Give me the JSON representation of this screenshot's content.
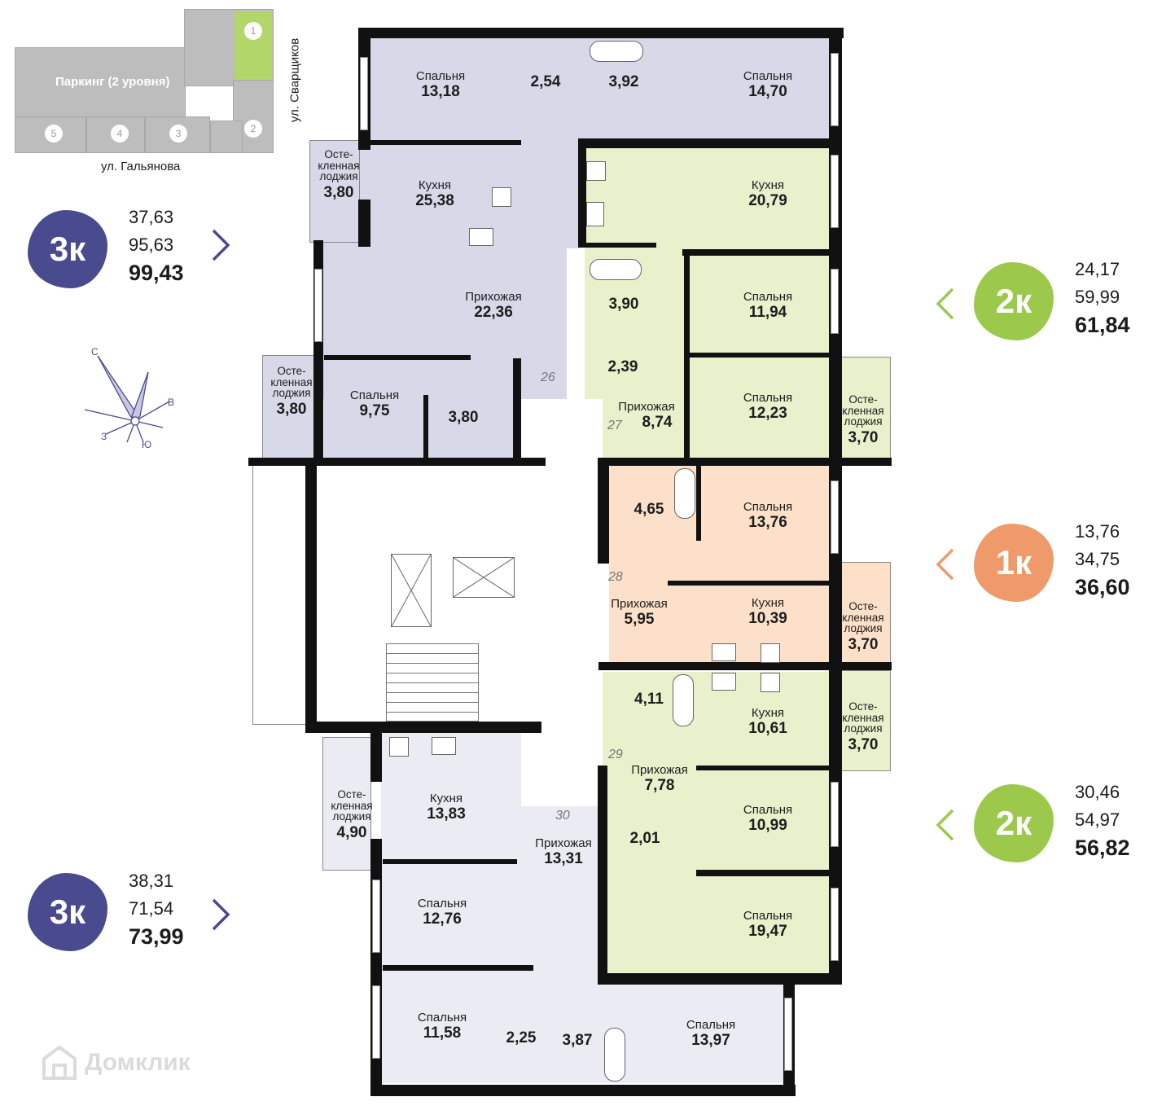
{
  "site_plan": {
    "parking_label": "Паркинг (2 уровня)",
    "street_east": "ул. Сварщиков",
    "street_south": "ул. Гальянова",
    "sections": [
      "1",
      "2",
      "3",
      "4",
      "5"
    ],
    "highlight_color": "#b3d66a"
  },
  "compass": {
    "n": "С",
    "e": "В",
    "s": "Ю",
    "w": "З"
  },
  "apartments": [
    {
      "badge": "3к",
      "color": "#4a4a8f",
      "living": "37,63",
      "net": "95,63",
      "total": "99,43"
    },
    {
      "badge": "3к",
      "color": "#4a4a8f",
      "living": "38,31",
      "net": "71,54",
      "total": "73,99"
    },
    {
      "badge": "2к",
      "color": "#9cc94b",
      "living": "24,17",
      "net": "59,99",
      "total": "61,84"
    },
    {
      "badge": "1к",
      "color": "#ee9a6a",
      "living": "13,76",
      "net": "34,75",
      "total": "36,60"
    },
    {
      "badge": "2к",
      "color": "#9cc94b",
      "living": "30,46",
      "net": "54,97",
      "total": "56,82"
    }
  ],
  "colors": {
    "apt_blue": "#d7d9e8",
    "apt_green": "#e8f0cc",
    "apt_peach": "#fde0c9",
    "corridor": "#ebebf3"
  },
  "rooms": {
    "bed_1318": {
      "name": "Спальня",
      "area": "13,18"
    },
    "wc_254": {
      "area": "2,54"
    },
    "bath_392": {
      "area": "3,92"
    },
    "bed_1470": {
      "name": "Спальня",
      "area": "14,70"
    },
    "loggia_380a": {
      "name": "Осте-\nкленная\nлоджия",
      "area": "3,80"
    },
    "kitchen_2538": {
      "name": "Кухня",
      "area": "25,38"
    },
    "hall_2236": {
      "name": "Прихожая",
      "area": "22,36"
    },
    "loggia_380b": {
      "name": "Осте-\nкленная\nлоджия",
      "area": "3,80"
    },
    "bed_975": {
      "name": "Спальня",
      "area": "9,75"
    },
    "bath_380": {
      "area": "3,80"
    },
    "num_26": "26",
    "kitchen_2079": {
      "name": "Кухня",
      "area": "20,79"
    },
    "bath_390": {
      "area": "3,90"
    },
    "bed_1194": {
      "name": "Спальня",
      "area": "11,94"
    },
    "wc_239": {
      "area": "2,39"
    },
    "hall_874": {
      "name": "Прихожая",
      "area": "8,74"
    },
    "num_27": "27",
    "bed_1223": {
      "name": "Спальня",
      "area": "12,23"
    },
    "loggia_370a": {
      "name": "Осте-\nкленная\nлоджия",
      "area": "3,70"
    },
    "bath_465": {
      "area": "4,65"
    },
    "bed_1376": {
      "name": "Спальня",
      "area": "13,76"
    },
    "num_28": "28",
    "hall_595": {
      "name": "Прихожая",
      "area": "5,95"
    },
    "kitchen_1039": {
      "name": "Кухня",
      "area": "10,39"
    },
    "loggia_370b": {
      "name": "Осте-\nкленная\nлоджия",
      "area": "3,70"
    },
    "bath_411": {
      "area": "4,11"
    },
    "kitchen_1061": {
      "name": "Кухня",
      "area": "10,61"
    },
    "loggia_370c": {
      "name": "Осте-\nкленная\nлоджия",
      "area": "3,70"
    },
    "num_29": "29",
    "hall_778": {
      "name": "Прихожая",
      "area": "7,78"
    },
    "bed_1099": {
      "name": "Спальня",
      "area": "10,99"
    },
    "wc_201": {
      "area": "2,01"
    },
    "bed_1947": {
      "name": "Спальня",
      "area": "19,47"
    },
    "loggia_490": {
      "name": "Осте-\nкленная\nлоджия",
      "area": "4,90"
    },
    "kitchen_1383": {
      "name": "Кухня",
      "area": "13,83"
    },
    "num_30": "30",
    "hall_1331": {
      "name": "Прихожая",
      "area": "13,31"
    },
    "bed_1276": {
      "name": "Спальня",
      "area": "12,76"
    },
    "bed_1158": {
      "name": "Спальня",
      "area": "11,58"
    },
    "wc_225": {
      "area": "2,25"
    },
    "bath_387": {
      "area": "3,87"
    },
    "bed_1397": {
      "name": "Спальня",
      "area": "13,97"
    }
  },
  "watermark": "Домклик"
}
